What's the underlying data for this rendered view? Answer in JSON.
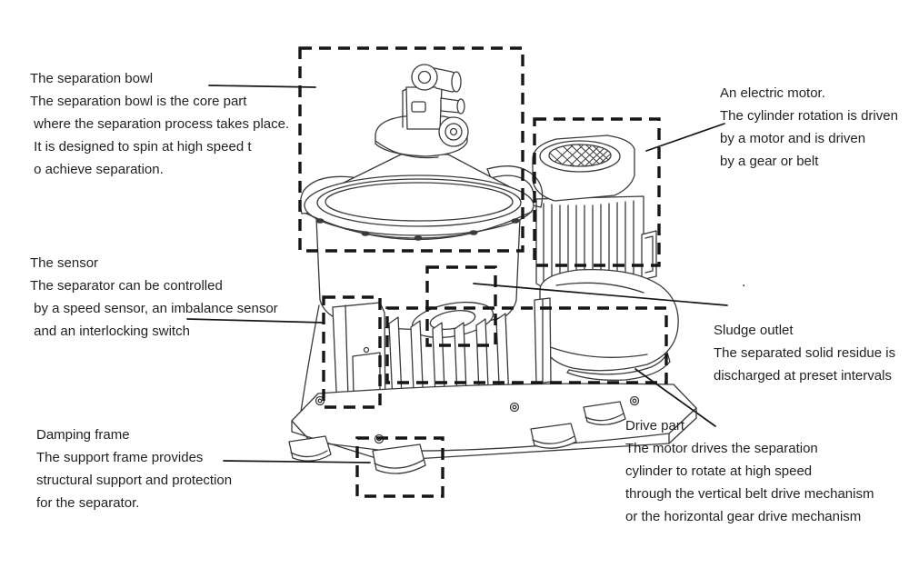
{
  "colors": {
    "background": "#ffffff",
    "text": "#231f20",
    "drawing_line": "#3a3a3a",
    "highlight_box": "#161616",
    "leader_line": "#161616"
  },
  "labels": {
    "separation_bowl": {
      "heading": "The separation bowl",
      "lines": [
        "The separation bowl is the core part",
        " where the separation process takes place.",
        " It is designed to spin at high speed t",
        " o achieve separation."
      ]
    },
    "electric_motor": {
      "heading": "An electric motor.",
      "lines": [
        "The cylinder rotation is driven",
        "by a motor and is driven",
        "by a gear or belt"
      ]
    },
    "sensor": {
      "heading": "The sensor",
      "lines": [
        "The separator can be controlled",
        " by a speed sensor, an imbalance sensor",
        " and an interlocking switch"
      ]
    },
    "sludge_outlet": {
      "heading": "Sludge outlet",
      "lines": [
        "The separated solid residue is",
        "discharged at preset intervals"
      ]
    },
    "damping_frame": {
      "heading": "Damping frame",
      "lines": [
        "The support frame provides",
        "structural support and protection",
        "for the separator."
      ]
    },
    "drive_part": {
      "heading": "Drive part",
      "lines": [
        "The motor drives the separation",
        "cylinder to rotate at high speed",
        "through the vertical belt drive mechanism",
        "or the horizontal gear drive mechanism"
      ]
    },
    "stray_period": "."
  }
}
